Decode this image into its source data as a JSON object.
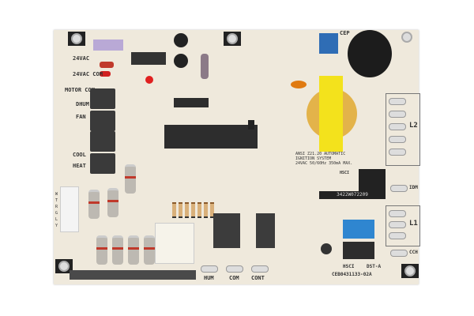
{
  "board": {
    "left_labels": [
      "24VAC",
      "24VAC COM",
      "MOTOR COM",
      "DHUM",
      "FAN",
      "COOL",
      "HEAT"
    ],
    "connector_pins": [
      "W",
      "T",
      "R",
      "G",
      "L",
      "Y"
    ],
    "bottom_labels": [
      "HUM",
      "COM",
      "CONT"
    ],
    "right_labels": [
      "L2",
      "IDM",
      "L1",
      "CCH"
    ],
    "cep_label": "CEP",
    "ansi_text": [
      "ANSI Z21.20 AUTOMATIC",
      "IGNITION SYSTEM",
      "24VAC 50/60Hz 350mA MAX."
    ],
    "cert_label": "HSCI",
    "serial": "3422W072209",
    "relay_label": "HSCI",
    "dst_label": "DST-A",
    "part_number": "CEB0431133-02A"
  }
}
